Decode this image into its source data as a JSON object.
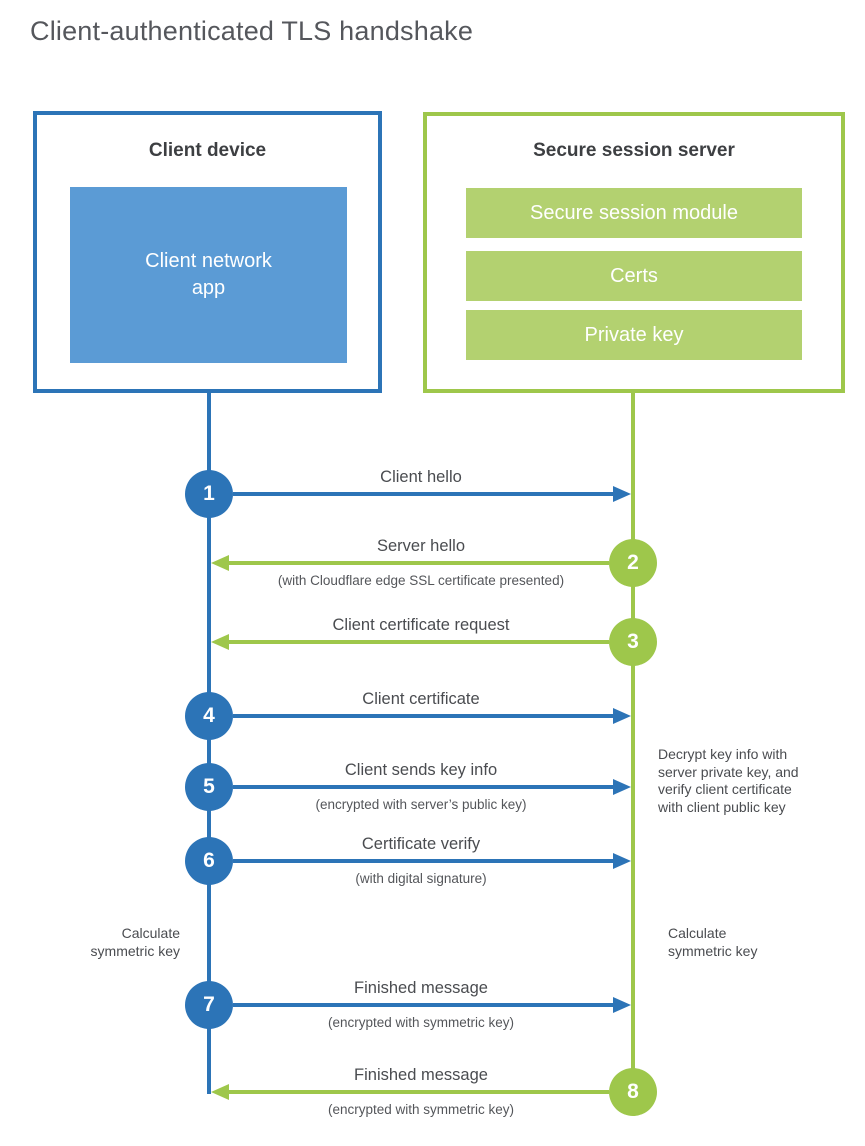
{
  "title": "Client-authenticated TLS handshake",
  "client_box": {
    "title": "Client device",
    "app_label": "Client network app"
  },
  "server_box": {
    "title": "Secure session server",
    "modules": [
      "Secure session module",
      "Certs",
      "Private key"
    ]
  },
  "steps": [
    {
      "num": "1",
      "actor": "client",
      "direction": "to-server",
      "label": "Client hello",
      "sublabel": ""
    },
    {
      "num": "2",
      "actor": "server",
      "direction": "to-client",
      "label": "Server hello",
      "sublabel": "(with Cloudflare edge SSL certificate presented)"
    },
    {
      "num": "3",
      "actor": "server",
      "direction": "to-client",
      "label": "Client certificate request",
      "sublabel": ""
    },
    {
      "num": "4",
      "actor": "client",
      "direction": "to-server",
      "label": "Client certificate",
      "sublabel": ""
    },
    {
      "num": "5",
      "actor": "client",
      "direction": "to-server",
      "label": "Client sends key info",
      "sublabel": "(encrypted with server’s public key)"
    },
    {
      "num": "6",
      "actor": "client",
      "direction": "to-server",
      "label": "Certificate verify",
      "sublabel": "(with digital signature)"
    },
    {
      "num": "7",
      "actor": "client",
      "direction": "to-server",
      "label": "Finished message",
      "sublabel": "(encrypted with symmetric key)"
    },
    {
      "num": "8",
      "actor": "server",
      "direction": "to-client",
      "label": "Finished message",
      "sublabel": "(encrypted with symmetric key)"
    }
  ],
  "annotations": {
    "calc_left": {
      "lines": [
        "Calculate",
        "symmetric key"
      ]
    },
    "calc_right": {
      "lines": [
        "Calculate",
        "symmetric key"
      ]
    },
    "decrypt_note": {
      "lines": [
        "Decrypt key info with",
        "server private key, and",
        "verify client certificate",
        "with client public key"
      ]
    }
  },
  "colors": {
    "client_blue": "#2C74B7",
    "client_blue_light": "#5B9BD5",
    "server_green": "#9EC74B",
    "server_green_light": "#B3D170"
  }
}
